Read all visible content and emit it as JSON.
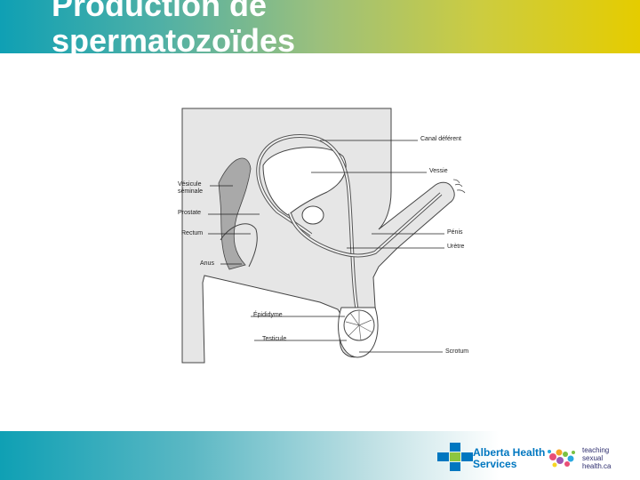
{
  "title": "Production de spermatozoïdes",
  "diagram": {
    "labels": {
      "canal_deferent": "Canal déférent",
      "vessie": "Vessie",
      "vesicule_line1": "Vésicule",
      "vesicule_line2": "séminale",
      "prostate": "Prostate",
      "rectum": "Rectum",
      "penis": "Pénis",
      "uretre": "Urètre",
      "anus": "Anus",
      "epididyme": "Épididyme",
      "testicule": "Testicule",
      "scrotum": "Scrotum"
    }
  },
  "footer": {
    "ahs_line1": "Alberta Health",
    "ahs_line2": "Services",
    "tsh_line1": "teaching",
    "tsh_line2": "sexual",
    "tsh_line3": "health.ca",
    "colors": {
      "ahs_blue": "#0077c0",
      "ahs_green": "#8dc63f"
    }
  }
}
